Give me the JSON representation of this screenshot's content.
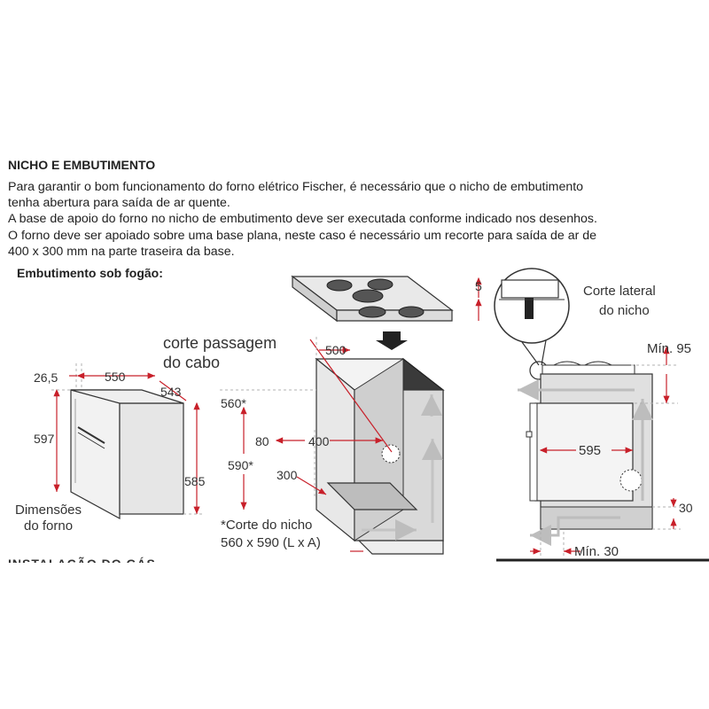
{
  "heading": "NICHO E EMBUTIMENTO",
  "paragraph": [
    "Para garantir o bom funcionamento do forno elétrico Fischer, é necessário que o nicho de embutimento",
    "tenha abertura para saída de ar quente.",
    "A base de apoio do forno no nicho de embutimento deve ser executada conforme indicado nos desenhos.",
    "O forno deve ser apoiado sobre uma base plana, neste caso é necessário um recorte para saída de ar de",
    "400 x 300 mm na parte traseira da base."
  ],
  "subheading": "Embutimento sob fogão:",
  "next_section_heading": "INSTALAÇÃO DO GÁS",
  "oven_dimensions": {
    "caption_line1": "Dimensões",
    "caption_line2": "do forno",
    "dim_26_5": "26,5",
    "dim_550": "550",
    "dim_543": "543",
    "dim_597": "597",
    "dim_585": "585"
  },
  "niche": {
    "cable_label_line1": "corte passagem",
    "cable_label_line2": "do cabo",
    "dim_500": "500",
    "dim_560": "560*",
    "dim_80": "80",
    "dim_400": "400",
    "dim_590": "590*",
    "dim_300": "300",
    "note_line1": "*Corte do nicho",
    "note_line2": "560 x 590 (L x A)"
  },
  "side_section": {
    "caption_line1": "Corte lateral",
    "caption_line2": "do nicho",
    "dim_5": "5",
    "dim_min_95": "Mín. 95",
    "dim_595": "595",
    "dim_30": "30",
    "dim_min_30": "Mín. 30"
  },
  "colors": {
    "dimension_red": "#c8202a",
    "airflow_gray": "#b8b8b8",
    "panel_gray": "#d9d9d9",
    "panel_dark": "#3a3a3a"
  }
}
